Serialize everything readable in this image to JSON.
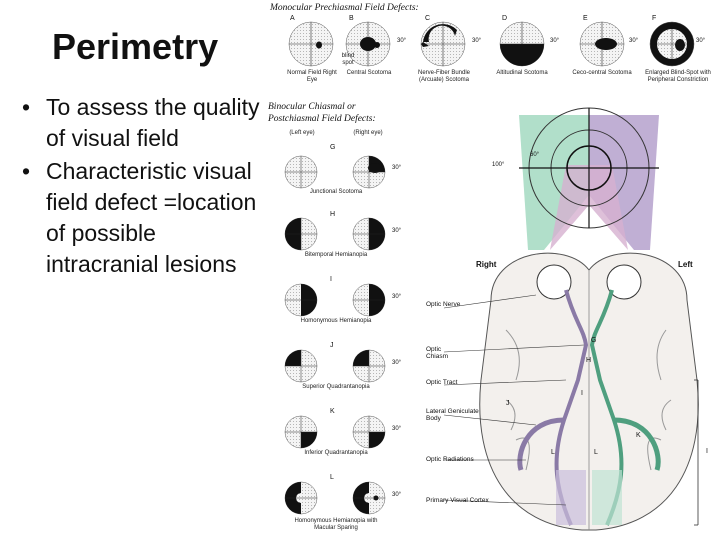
{
  "slide": {
    "title": "Perimetry",
    "bullets": [
      "To assess the quality of visual field",
      "Characteristic visual field defect =location of possible intracranial lesions"
    ]
  },
  "figure": {
    "mono_heading": "Monocular Prechiasmal Field Defects:",
    "bino_heading_1": "Binocular Chiasmal or",
    "bino_heading_2": "Postchiasmal Field Defects:",
    "eye_left": "(Left eye)",
    "eye_right": "(Right eye)",
    "deg_30": "30°",
    "deg_60": "60°",
    "deg_100": "100°",
    "blind_spot": "blind spot",
    "mono": [
      {
        "letter": "A",
        "caption": "Normal Field Right Eye"
      },
      {
        "letter": "B",
        "caption": "Central Scotoma"
      },
      {
        "letter": "C",
        "caption": "Nerve-Fiber Bundle (Arcuate) Scotoma"
      },
      {
        "letter": "D",
        "caption": "Altitudinal Scotoma"
      },
      {
        "letter": "E",
        "caption": "Ceco-central Scotoma"
      },
      {
        "letter": "F",
        "caption": "Enlarged Blind-Spot with Peripheral Constriction"
      }
    ],
    "bino": [
      {
        "letter": "G",
        "caption": "Junctional Scotoma"
      },
      {
        "letter": "H",
        "caption": "Bitemporal Hemianopia"
      },
      {
        "letter": "I",
        "caption": "Homonymous Hemianopia"
      },
      {
        "letter": "J",
        "caption": "Superior Quadrantanopia"
      },
      {
        "letter": "K",
        "caption": "Inferior Quadrantanopia"
      },
      {
        "letter": "L",
        "caption": "Homonymous Hemianopia with Macular Sparing"
      }
    ],
    "side_right": "Right",
    "side_left": "Left",
    "brain_labels": [
      "Optic Nerve",
      "Optic Chiasm",
      "Optic Tract",
      "Lateral Geniculate Body",
      "Optic Radiations",
      "Primary Visual Cortex"
    ],
    "path_letters": [
      "G",
      "H",
      "I",
      "J",
      "K",
      "L",
      "L",
      "I"
    ],
    "colors": {
      "field_left": "#a8dcc4",
      "field_right": "#b9a6cf",
      "field_overlap": "#d6b0cf",
      "path_right": "#8a7aa6",
      "path_left": "#4f9f7f"
    }
  }
}
